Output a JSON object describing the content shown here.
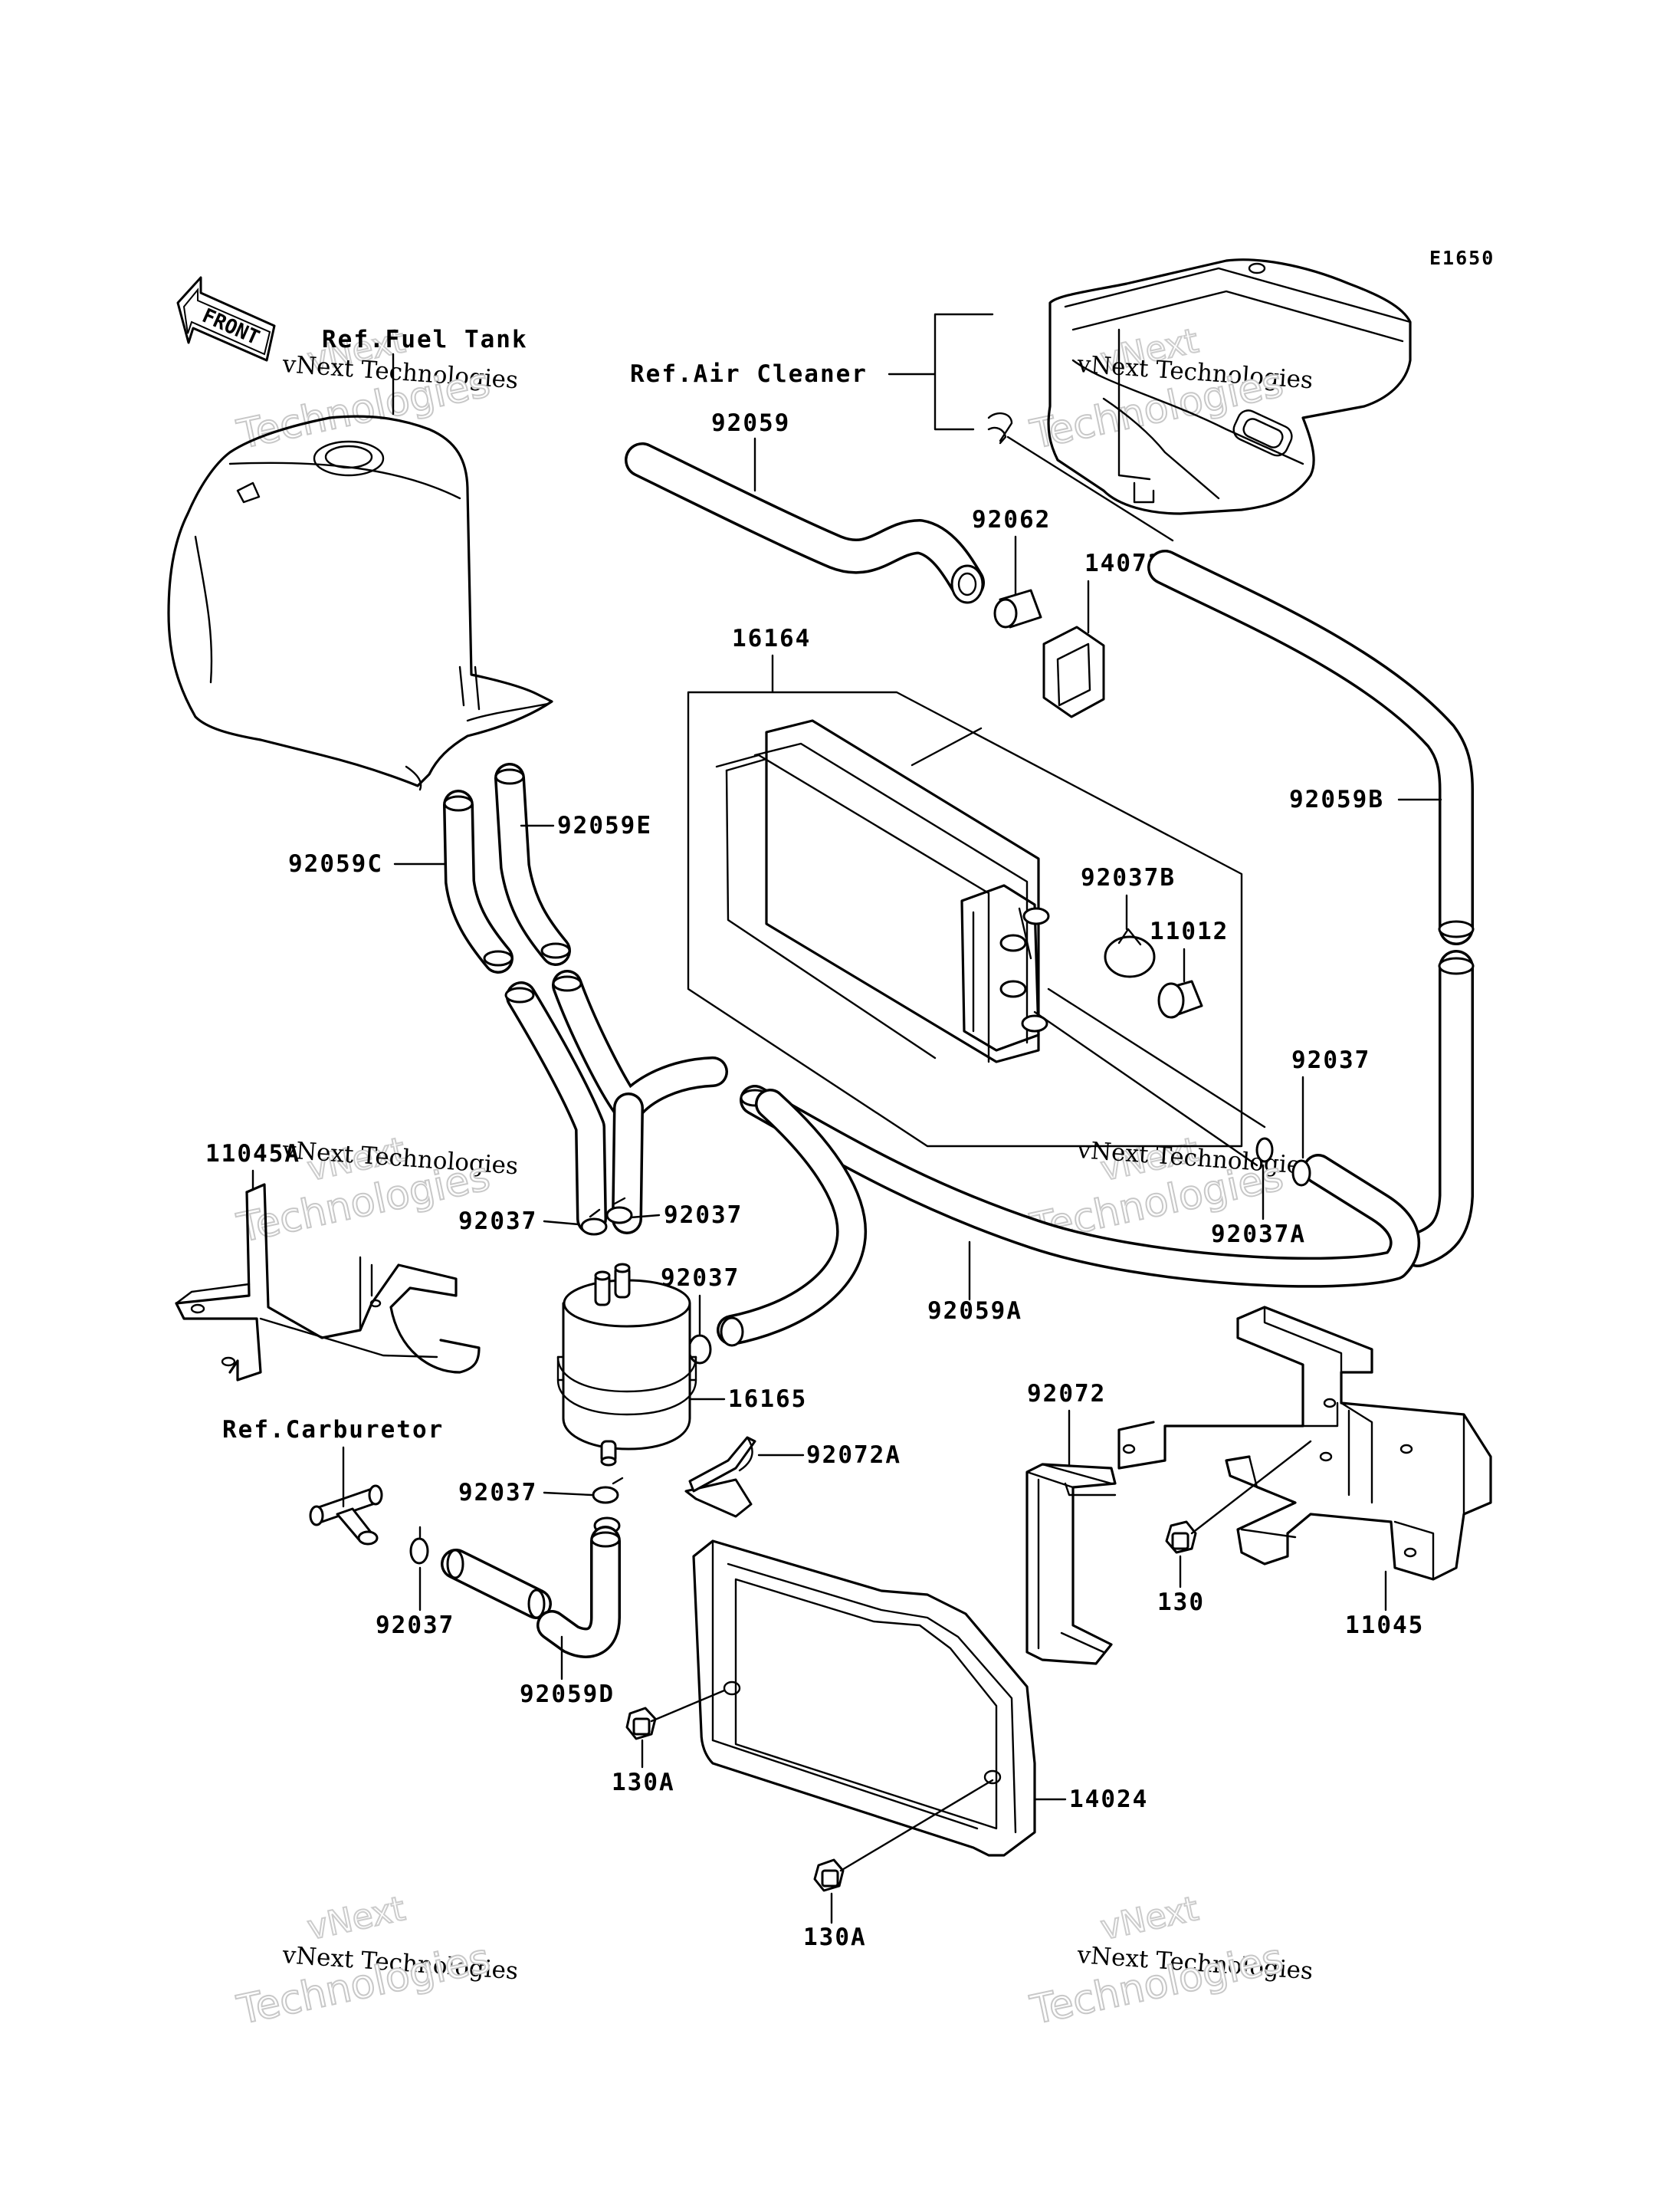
{
  "diagram": {
    "code": "E1650",
    "front_label": "FRONT",
    "references": {
      "fuel_tank": "Ref.Fuel Tank",
      "air_cleaner": "Ref.Air Cleaner",
      "carburetor": "Ref.Carburetor"
    },
    "callouts": [
      "92059",
      "92062",
      "14073",
      "16164",
      "92059B",
      "92059E",
      "92059C",
      "92037B",
      "11012",
      "92037",
      "92037A",
      "11045A",
      "92037",
      "92037",
      "92037",
      "92059A",
      "16165",
      "92072",
      "92072A",
      "92037",
      "92037",
      "130",
      "11045",
      "92059D",
      "130A",
      "14024",
      "130A"
    ],
    "watermark": {
      "line1": "vNext",
      "line2": "vNext Technologies",
      "line3": "Technologies"
    }
  }
}
